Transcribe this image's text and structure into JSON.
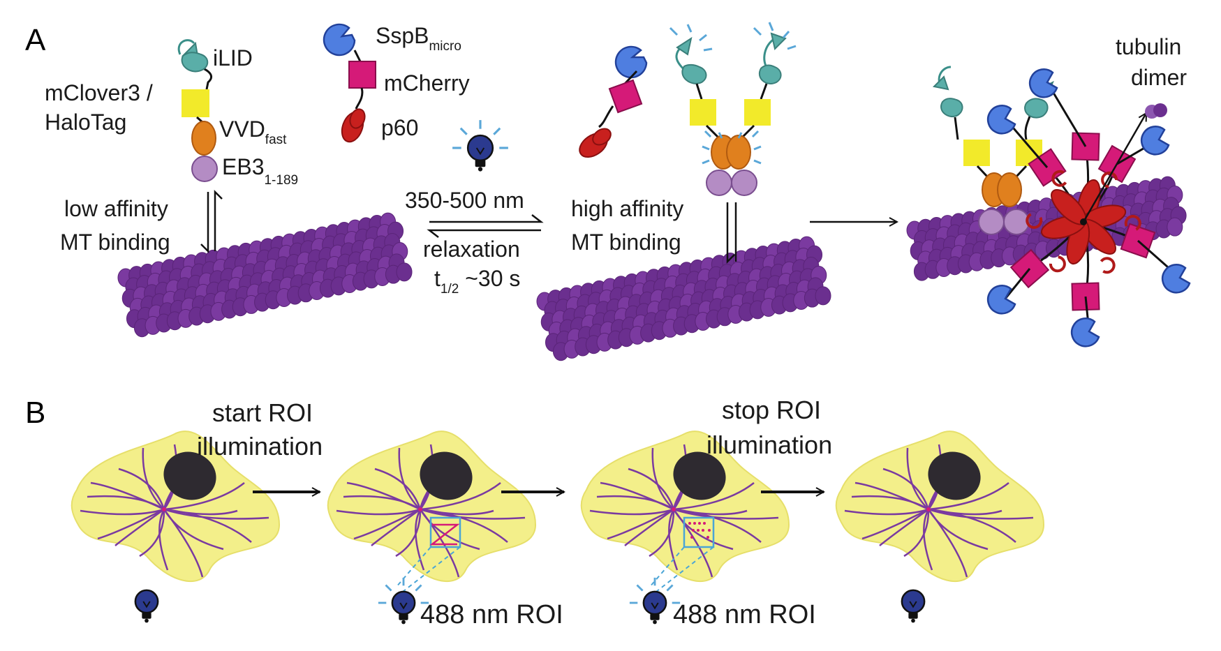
{
  "panels": {
    "a": "A",
    "b": "B"
  },
  "colors": {
    "microtubule": "#6b2f8f",
    "ilid": "#5aaea8",
    "mclover": "#f2ea2a",
    "vvd": "#e0801e",
    "eb3": "#b48cc4",
    "sspb": "#4f7ee0",
    "mcherry": "#d51a78",
    "p60": "#c8201e",
    "cell": "#f3ef8a",
    "nucleus": "#2e2a30",
    "bulb": "#2b3a8f",
    "glow": "#5aa7d8",
    "roi": "#4aa5d6"
  },
  "panel_a": {
    "ilid": "iLID",
    "mclover": "mClover3 /",
    "halotag": "HaloTag",
    "vvd": "VVD",
    "vvd_sub": "fast",
    "eb3": "EB3",
    "eb3_sub": "1-189",
    "sspb": "SspB",
    "sspb_sub": "micro",
    "mcherry": "mCherry",
    "p60": "p60",
    "low1": "low affinity",
    "low2": "MT binding",
    "wavelength": "350-500 nm",
    "relax": "relaxation",
    "t_main": "t",
    "t_sub": "1/2",
    "t_rest": " ~30 s",
    "high1": "high affinity",
    "high2": "MT binding",
    "tub1": "tubulin",
    "tub2": "dimer"
  },
  "panel_b": {
    "start1": "start ROI",
    "start2": "illumination",
    "stop1": "stop ROI",
    "stop2": "illumination",
    "roi1": "488 nm ROI",
    "roi2": "488 nm ROI"
  }
}
